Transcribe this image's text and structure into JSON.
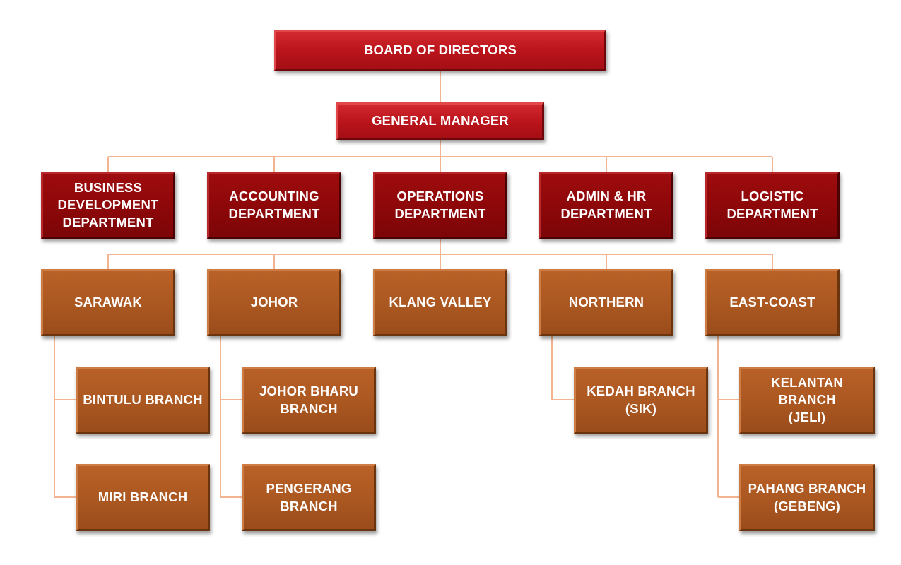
{
  "diagram": {
    "board": "BOARD OF DIRECTORS",
    "general_manager": "GENERAL MANAGER",
    "departments": {
      "business_development": "BUSINESS\nDEVELOPMENT\nDEPARTMENT",
      "accounting": "ACCOUNTING\nDEPARTMENT",
      "operations": "OPERATIONS\nDEPARTMENT",
      "admin_hr": "ADMIN & HR\nDEPARTMENT",
      "logistic": "LOGISTIC\nDEPARTMENT"
    },
    "regions": {
      "sarawak": "SARAWAK",
      "johor": "JOHOR",
      "klang_valley": "KLANG VALLEY",
      "northern": "NORTHERN",
      "east_coast": "EAST-COAST"
    },
    "branches": {
      "bintulu": "BINTULU BRANCH",
      "miri": "MIRI BRANCH",
      "johor_bharu": "JOHOR BHARU\nBRANCH",
      "pengerang": "PENGERANG\nBRANCH",
      "kedah": "KEDAH BRANCH\n(SIK)",
      "kelantan": "KELANTAN BRANCH\n(JELI)",
      "pahang": "PAHANG BRANCH\n(GEBENG)"
    }
  },
  "colors": {
    "connector": "#f2b491",
    "top_level": "#c0151d",
    "department": "#8e0709",
    "region_branch": "#aa5722",
    "text": "#ffffff"
  }
}
